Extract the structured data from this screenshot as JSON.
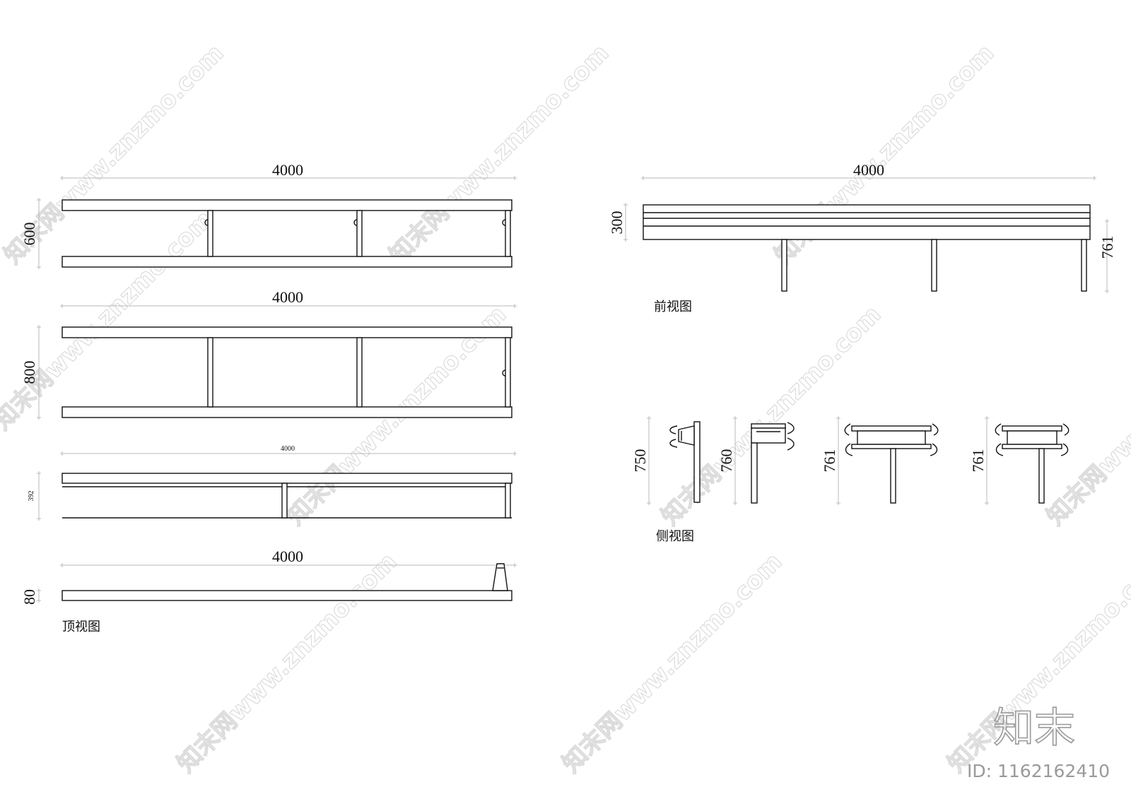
{
  "top_view": {
    "title": "顶视图",
    "plan1": {
      "length": "4000",
      "depth": "600"
    },
    "plan2": {
      "length": "4000",
      "depth": "800"
    },
    "plan3": {
      "length": "4000",
      "depth": "392"
    },
    "plan4": {
      "length": "4000",
      "depth": "80"
    }
  },
  "front_view": {
    "title": "前视图",
    "length": "4000",
    "top_height": "300",
    "total_height": "761"
  },
  "side_view": {
    "title": "侧视图",
    "heights": [
      "750",
      "760",
      "761",
      "761"
    ]
  },
  "watermark": {
    "text": "知末网www.znzmo.com",
    "brand": "知末",
    "id": "ID: 1162162410"
  },
  "colors": {
    "line": "#111111",
    "dimension": "#b8b8b8",
    "watermark": "#dcdcdc"
  }
}
